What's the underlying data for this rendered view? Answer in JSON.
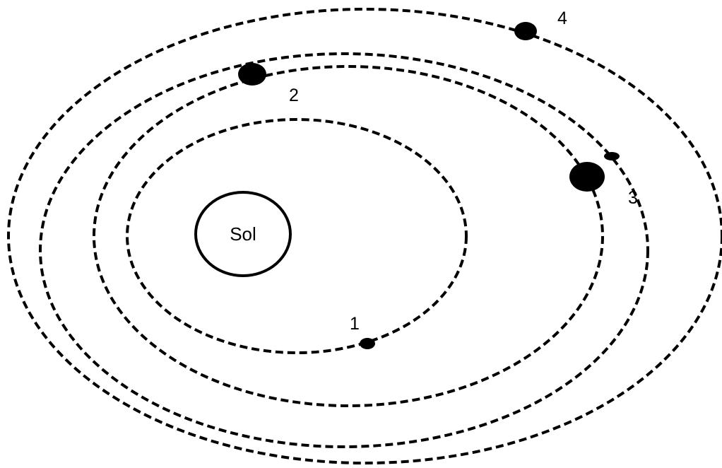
{
  "sun": {
    "label": "Sol"
  },
  "planets": [
    {
      "label": "1",
      "orbit": 1,
      "has_moon": false
    },
    {
      "label": "2",
      "orbit": 2,
      "has_moon": false
    },
    {
      "label": "3",
      "orbit": 3,
      "has_moon": true
    },
    {
      "label": "4",
      "orbit": 4,
      "has_moon": false
    }
  ],
  "colors": {
    "stroke": "#000000",
    "background": "#ffffff"
  }
}
